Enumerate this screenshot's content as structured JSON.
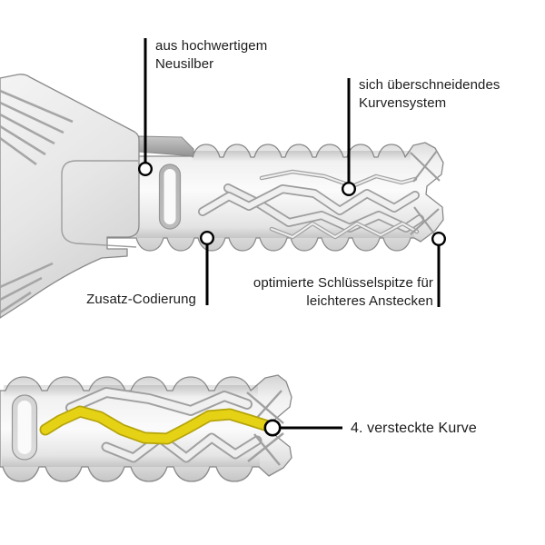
{
  "figure": {
    "kind": "key-feature-diagram",
    "views": {
      "top": "full-key-side-view",
      "bottom": "key-blade-closeup-with-highlighted-curve"
    }
  },
  "callouts": [
    {
      "id": "material",
      "lines": [
        "aus hochwertigem",
        "Neusilber"
      ]
    },
    {
      "id": "curve-system",
      "lines": [
        "sich überschneidendes",
        "Kurvensystem"
      ]
    },
    {
      "id": "extra-coding",
      "lines": [
        "Zusatz-Codierung"
      ]
    },
    {
      "id": "key-tip",
      "lines": [
        "optimierte Schlüsselspitze für",
        "leichteres Anstecken"
      ]
    },
    {
      "id": "hidden-curve",
      "lines": [
        "4. versteckte Kurve"
      ]
    }
  ],
  "colors": {
    "label-text": "#1c1c1c",
    "callout-black": "#000000",
    "accent-yellow": "#e6d215",
    "accent-yellow-edge": "#b5a40b",
    "metal-outline": "#8a8a8a",
    "page-background": "#ffffff"
  }
}
